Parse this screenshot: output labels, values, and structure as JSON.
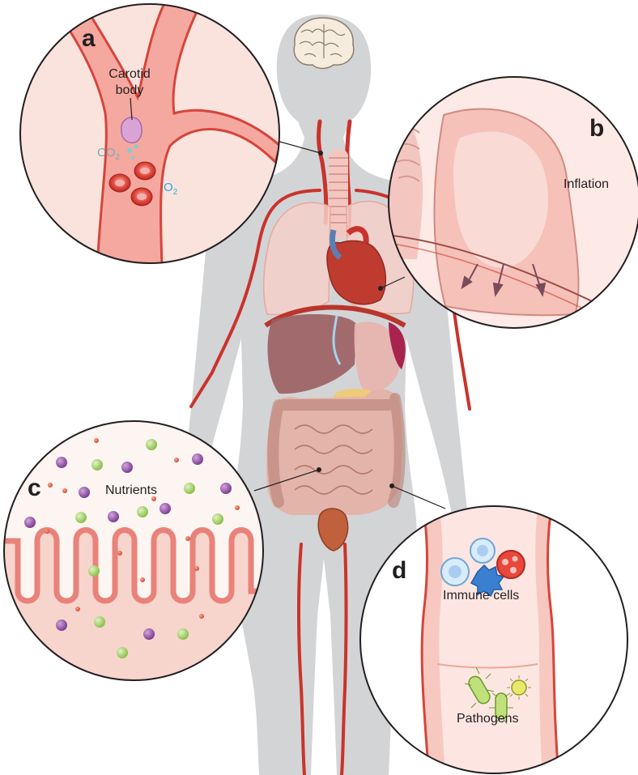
{
  "panels": {
    "a": {
      "letter": "a",
      "label_line1": "Carotid",
      "label_line2": "body",
      "co2_main": "CO",
      "co2_sub": "2",
      "o2_main": "O",
      "o2_sub": "2"
    },
    "b": {
      "letter": "b",
      "label": "Inflation"
    },
    "c": {
      "letter": "c",
      "label": "Nutrients"
    },
    "d": {
      "letter": "d",
      "immune_label": "Immune cells",
      "pathogen_label": "Pathogens"
    }
  },
  "colors": {
    "body_silhouette": "#d3d4d5",
    "artery": "#c9332c",
    "vessel_pink": "#f2b8b0",
    "lung": "#f5cfc8",
    "liver": "#9b5f62",
    "intestine": "#d7a89e",
    "co2_text": "#7fa8a8",
    "o2_text": "#29a8df",
    "nutrient_purple": "#8b4f9e",
    "nutrient_green": "#9ccb5b",
    "nutrient_red": "#e8553f"
  },
  "icons": [
    "brain-icon",
    "red-blood-cell-icon",
    "immune-cell-icon",
    "bacterium-icon"
  ]
}
